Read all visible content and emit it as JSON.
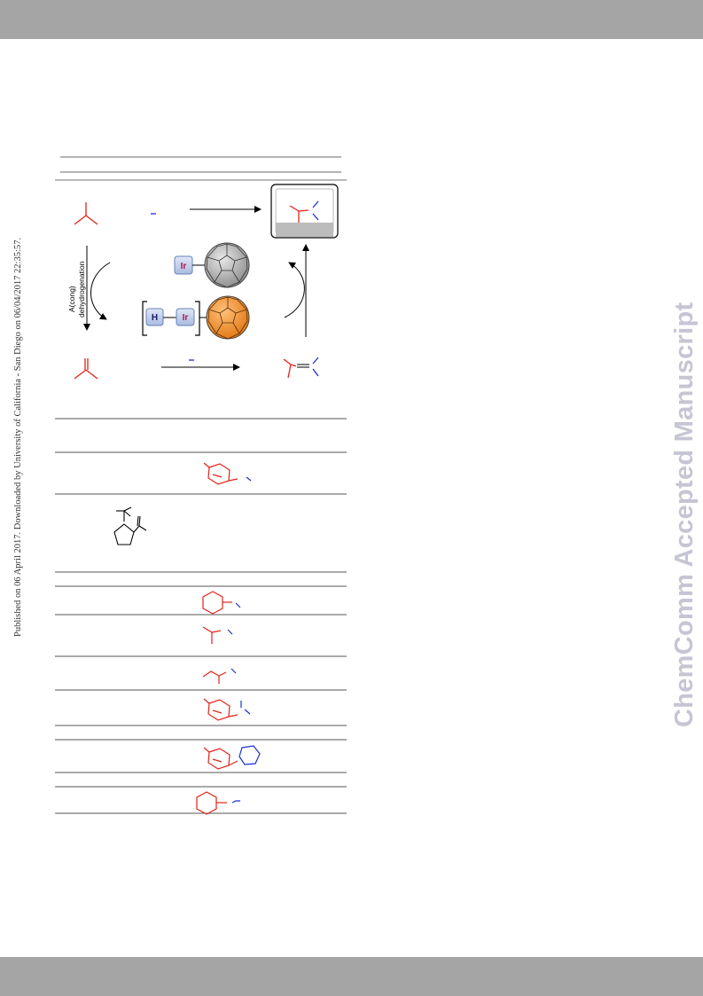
{
  "sidebar": {
    "publication_note": "Published on 06 April 2017. Downloaded by University of California - San Diego on 06/04/2017 22:35:57."
  },
  "watermark": {
    "text": "ChemComm Accepted Manuscript"
  },
  "scheme": {
    "left_arrow_label_line1": "A(cong)",
    "left_arrow_label_line2": "dehydrogenation",
    "catalyst_label": "Ir",
    "hydride_label": "H"
  },
  "icons": [
    "fullerene-icon",
    "iridium-center-icon",
    "hydride-icon"
  ],
  "colors": {
    "substrate": "#e2231a",
    "amine": "#1a2fd6",
    "fullerene_gray": "#9a9a9a",
    "fullerene_orange": "#f08a24",
    "band": "#a5a5a5",
    "watermark": "#c5c5d3"
  }
}
